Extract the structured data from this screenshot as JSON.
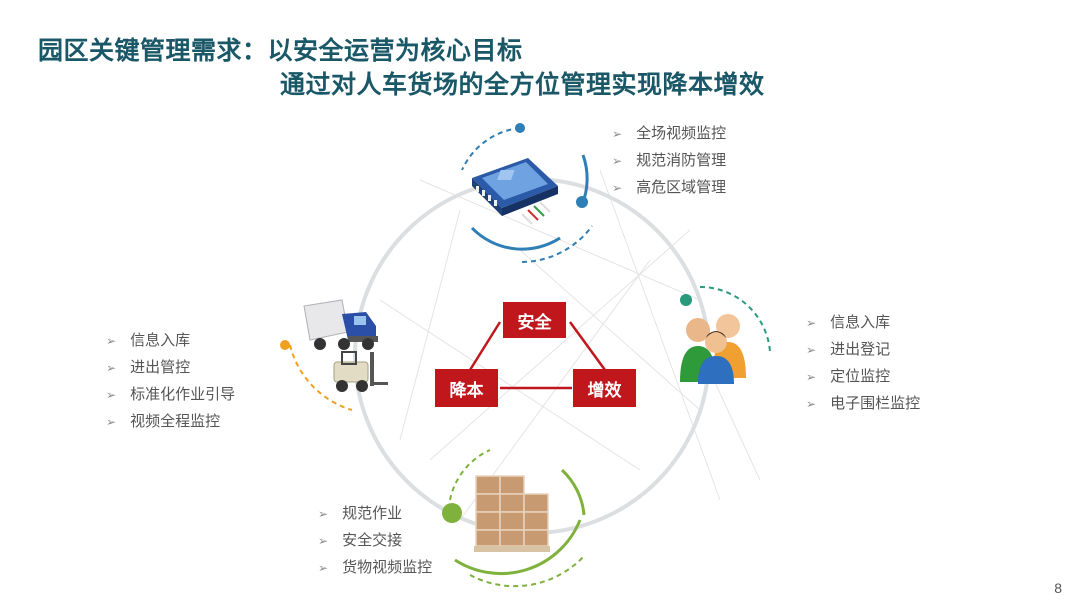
{
  "title": {
    "line1": "园区关键管理需求：以安全运营为核心目标",
    "line2": "通过对人车货场的全方位管理实现降本增效"
  },
  "center": {
    "top": "安全",
    "left": "降本",
    "right": "增效"
  },
  "nodes": {
    "top": {
      "icon": "server-device-icon",
      "color": "#2e7fb5",
      "items": [
        "全场视频监控",
        "规范消防管理",
        "高危区域管理"
      ]
    },
    "right": {
      "icon": "people-group-icon",
      "color": "#2a9a7e",
      "items": [
        "信息入库",
        "进出登记",
        "定位监控",
        "电子围栏监控"
      ]
    },
    "bottom": {
      "icon": "cargo-pallet-icon",
      "color": "#7fb23c",
      "items": [
        "规范作业",
        "安全交接",
        "货物视频监控"
      ]
    },
    "left": {
      "icon": "truck-forklift-icon",
      "color": "#f0a020",
      "items": [
        "信息入库",
        "进出管控",
        "标准化作业引导",
        "视频全程监控"
      ]
    }
  },
  "page_number": "8"
}
